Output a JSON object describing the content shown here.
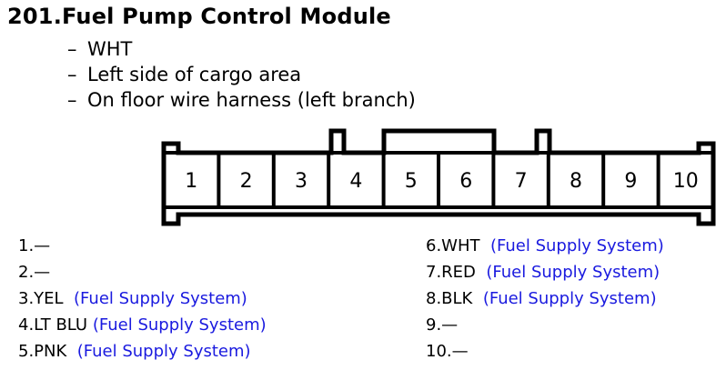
{
  "title": "201.Fuel Pump Control Module",
  "details": [
    "WHT",
    "Left side of cargo area",
    "On floor wire harness (left branch)"
  ],
  "connector": {
    "pin_numbers": [
      "1",
      "2",
      "3",
      "4",
      "5",
      "6",
      "7",
      "8",
      "9",
      "10"
    ]
  },
  "pins_left": [
    {
      "id": "1.—",
      "system": ""
    },
    {
      "id": "2.—",
      "system": ""
    },
    {
      "id": "3.YEL",
      "system": "(Fuel Supply System)"
    },
    {
      "id": "4.LT BLU",
      "system": "(Fuel Supply System)"
    },
    {
      "id": "5.PNK",
      "system": "(Fuel Supply System)"
    }
  ],
  "pins_right": [
    {
      "id": "6.WHT",
      "system": "(Fuel Supply System)"
    },
    {
      "id": "7.RED",
      "system": "(Fuel Supply System)"
    },
    {
      "id": "8.BLK",
      "system": "(Fuel Supply System)"
    },
    {
      "id": "9.—",
      "system": ""
    },
    {
      "id": "10.—",
      "system": ""
    }
  ],
  "colors": {
    "system_text": "#1a1adf",
    "text": "#000000"
  }
}
